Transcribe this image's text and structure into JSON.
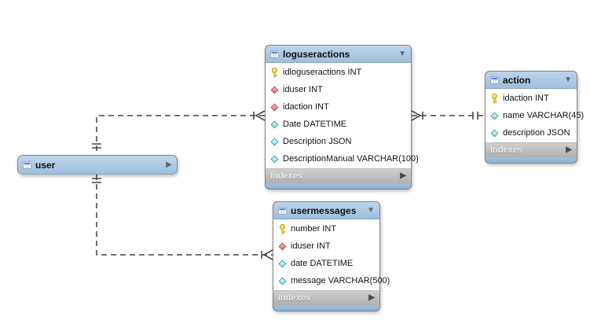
{
  "diagram": {
    "tables": [
      {
        "name": "loguseractions",
        "collapse_icon": "▼",
        "columns": [
          {
            "type": "primary-key",
            "label": "idloguseractions INT"
          },
          {
            "type": "foreign-key",
            "label": "iduser INT"
          },
          {
            "type": "foreign-key",
            "label": "idaction INT"
          },
          {
            "type": "column",
            "label": "Date DATETIME"
          },
          {
            "type": "column",
            "label": "Description JSON"
          },
          {
            "type": "column",
            "label": "DescriptionManual VARCHAR(100)"
          }
        ],
        "indexes_label": "Indexes",
        "indexes_icon": "▶"
      },
      {
        "name": "action",
        "collapse_icon": "▼",
        "columns": [
          {
            "type": "primary-key",
            "label": "idaction INT"
          },
          {
            "type": "column",
            "label": "name VARCHAR(45)"
          },
          {
            "type": "column",
            "label": "description JSON"
          }
        ],
        "indexes_label": "Indexes",
        "indexes_icon": "▶"
      },
      {
        "name": "user",
        "collapsed": true,
        "collapse_icon": "▶",
        "columns": []
      },
      {
        "name": "usermessages",
        "collapse_icon": "▼",
        "columns": [
          {
            "type": "primary-key",
            "label": "number INT"
          },
          {
            "type": "foreign-key",
            "label": "iduser INT"
          },
          {
            "type": "column",
            "label": "date DATETIME"
          },
          {
            "type": "column",
            "label": "message VARCHAR(500)"
          }
        ],
        "indexes_label": "Indexes",
        "indexes_icon": "▶"
      }
    ],
    "relationships": [
      {
        "from": "user",
        "to": "loguseractions",
        "from_cardinality": "one-and-only-one",
        "to_cardinality": "one-to-many",
        "line_style": "dashed"
      },
      {
        "from": "loguseractions",
        "to": "action",
        "from_cardinality": "one-to-many",
        "to_cardinality": "one-and-only-one",
        "line_style": "dashed"
      },
      {
        "from": "user",
        "to": "usermessages",
        "from_cardinality": "one-and-only-one",
        "to_cardinality": "one-to-many",
        "line_style": "dashed"
      }
    ],
    "colors": {
      "table_header": "#a9c8e2",
      "table_footer_strip": "#8db4d7",
      "indexes_bar": "#bdbdbd",
      "relationship_line": "#5f5f5f",
      "primary_key_icon": "#ffd94d",
      "foreign_key_icon": "#e2736b",
      "column_icon": "#8fe0e6"
    }
  }
}
